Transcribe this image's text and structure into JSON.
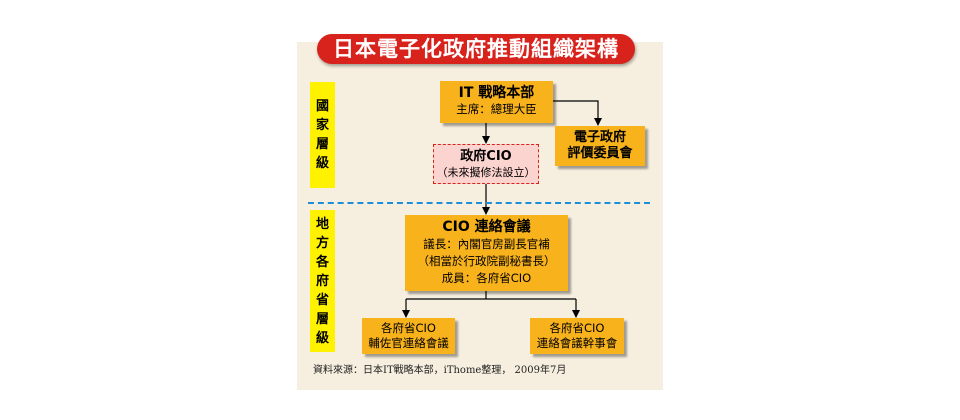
{
  "title": "日本電子化政府推動組織架構",
  "levels": {
    "national": [
      "國",
      "家",
      "層",
      "級"
    ],
    "local": [
      "地",
      "方",
      "各",
      "府",
      "省",
      "層",
      "級"
    ]
  },
  "nodes": {
    "it_hq": {
      "title": "IT 戰略本部",
      "lines": [
        "主席：總理大臣"
      ]
    },
    "eval_committee": {
      "title": "電子政府",
      "lines": [
        "評價委員會"
      ]
    },
    "gov_cio": {
      "title": "政府CIO",
      "lines": [
        "（未來擬修法設立）"
      ]
    },
    "cio_council": {
      "title": "CIO 連絡會議",
      "lines": [
        "議長：內閣官房副長官補",
        "（相當於行政院副秘書長）",
        "成員：各府省CIO"
      ]
    },
    "ministry_assist": {
      "lines": [
        "各府省CIO",
        "輔佐官連絡會議"
      ]
    },
    "ministry_exec": {
      "lines": [
        "各府省CIO",
        "連絡會議幹事會"
      ]
    }
  },
  "source": "資料來源：日本IT戰略本部，iThome整理， 2009年7月",
  "colors": {
    "title_bg": "#d8221c",
    "box": "#f7b21c",
    "level_band": "#fff200",
    "divider": "#1b8fd9",
    "panel": "#f6efdf",
    "dashed_box": "#fbd3cf"
  }
}
